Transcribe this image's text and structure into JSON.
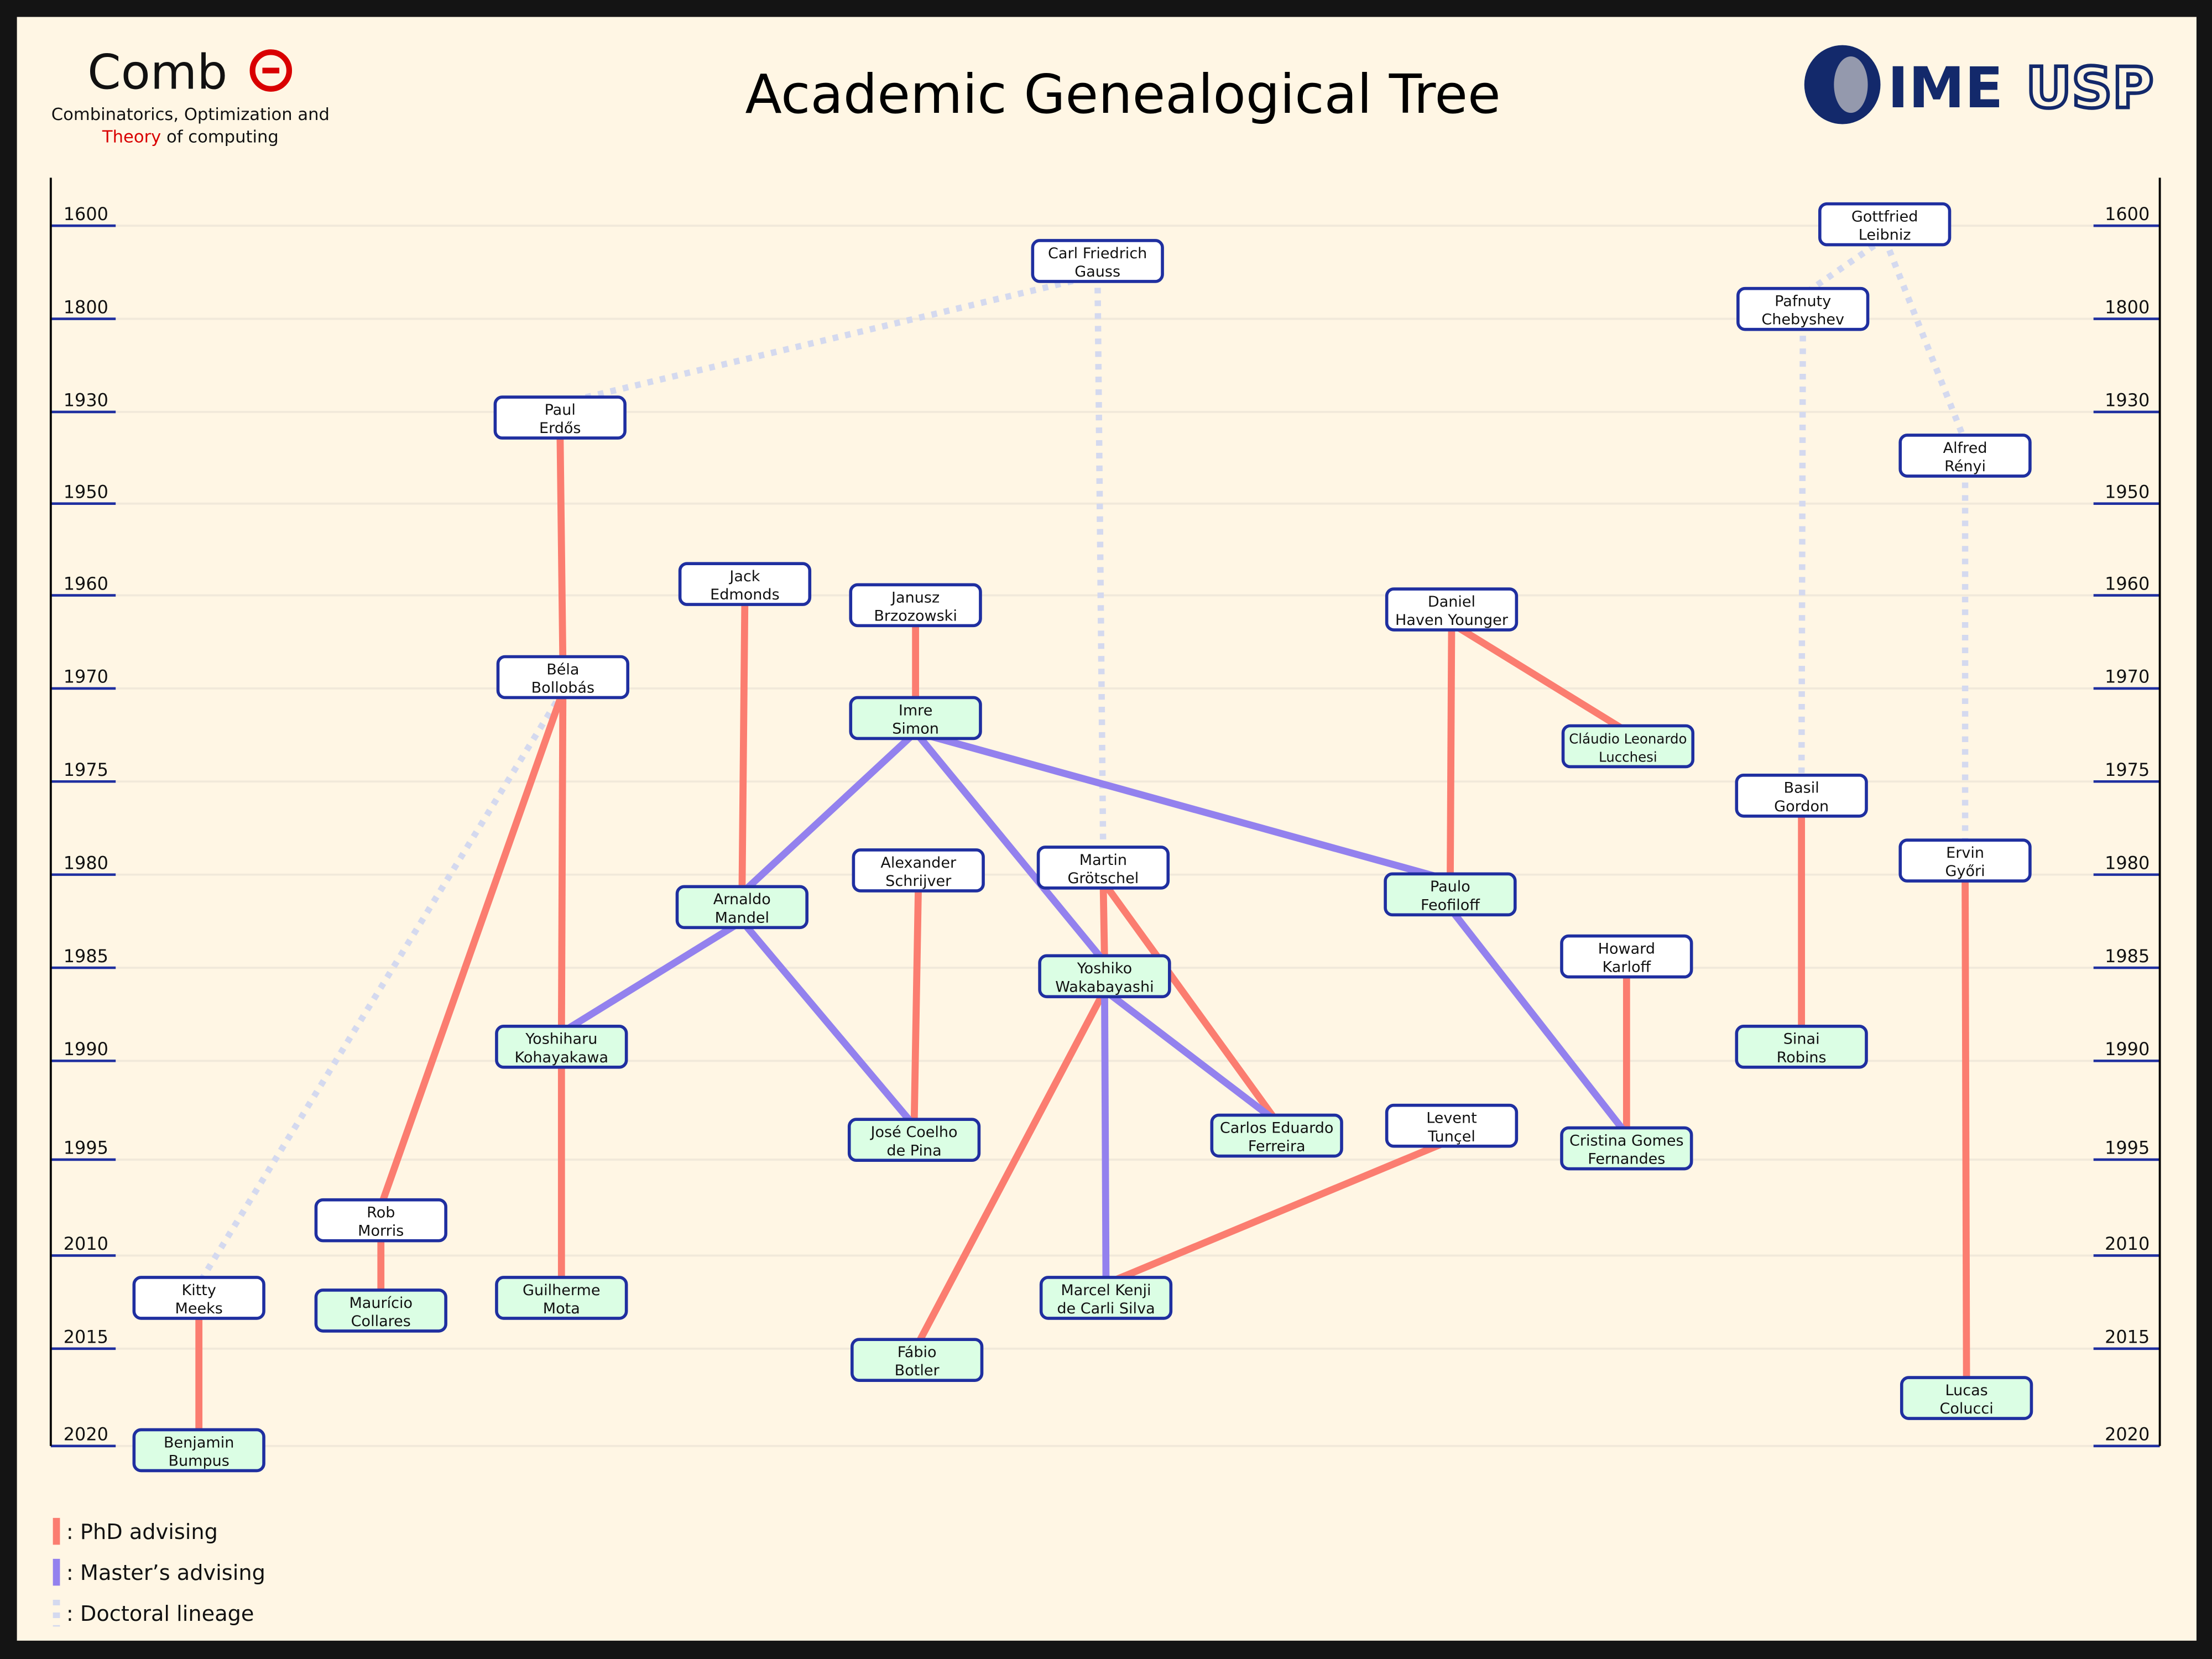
{
  "header": {
    "title": "Academic Genealogical Tree",
    "logo_left": {
      "name_part": "Comb",
      "name_o": "o",
      "tagline_line1": "Combinatorics, Optimization and",
      "tagline_theory": "Theory",
      "tagline_rest": " of computing"
    },
    "logo_right": {
      "ime": "IME",
      "usp": "USP"
    }
  },
  "colors": {
    "phd": "#fb7d70",
    "masters": "#9381ee",
    "lineage": "#d4d9ef",
    "node_border": "#1f2fa0",
    "node_white": "#ffffff",
    "node_green": "#dbfee4",
    "background": "#fff6e4",
    "logo_red": "#d90000",
    "ime_blue": "#13296b"
  },
  "axis": {
    "ticks": [
      "1600",
      "1800",
      "1930",
      "1950",
      "1960",
      "1970",
      "1975",
      "1980",
      "1985",
      "1990",
      "1995",
      "2010",
      "2015",
      "2020"
    ]
  },
  "legend": [
    {
      "type": "phd",
      "label": ": PhD advising"
    },
    {
      "type": "masters",
      "label": ": Master’s advising"
    },
    {
      "type": "lineage",
      "label": ": Doctoral lineage"
    }
  ],
  "nodes": [
    {
      "id": "gauss",
      "l1": "Carl Friedrich",
      "l2": "Gauss",
      "style": "white"
    },
    {
      "id": "leibniz",
      "l1": "Gottfried",
      "l2": "Leibniz",
      "style": "white"
    },
    {
      "id": "chebyshev",
      "l1": "Pafnuty",
      "l2": "Chebyshev",
      "style": "white"
    },
    {
      "id": "erdos",
      "l1": "Paul",
      "l2": "Erdős",
      "style": "white"
    },
    {
      "id": "renyi",
      "l1": "Alfred",
      "l2": "Rényi",
      "style": "white"
    },
    {
      "id": "edmonds",
      "l1": "Jack",
      "l2": "Edmonds",
      "style": "white"
    },
    {
      "id": "brzozowski",
      "l1": "Janusz",
      "l2": "Brzozowski",
      "style": "white"
    },
    {
      "id": "younger",
      "l1": "Daniel",
      "l2": "Haven Younger",
      "style": "white"
    },
    {
      "id": "bollobas",
      "l1": "Béla",
      "l2": "Bollobás",
      "style": "white"
    },
    {
      "id": "simon",
      "l1": "Imre",
      "l2": "Simon",
      "style": "green"
    },
    {
      "id": "lucchesi",
      "l1": "Cláudio Leonardo",
      "l2": "Lucchesi",
      "style": "green"
    },
    {
      "id": "gordon",
      "l1": "Basil",
      "l2": "Gordon",
      "style": "white"
    },
    {
      "id": "gyori",
      "l1": "Ervin",
      "l2": "Győri",
      "style": "white"
    },
    {
      "id": "schrijver",
      "l1": "Alexander",
      "l2": "Schrijver",
      "style": "white"
    },
    {
      "id": "grotschel",
      "l1": "Martin",
      "l2": "Grötschel",
      "style": "white"
    },
    {
      "id": "feofiloff",
      "l1": "Paulo",
      "l2": "Feofiloff",
      "style": "green"
    },
    {
      "id": "mandel",
      "l1": "Arnaldo",
      "l2": "Mandel",
      "style": "green"
    },
    {
      "id": "karloff",
      "l1": "Howard",
      "l2": "Karloff",
      "style": "white"
    },
    {
      "id": "wakabayashi",
      "l1": "Yoshiko",
      "l2": "Wakabayashi",
      "style": "green"
    },
    {
      "id": "kohayakawa",
      "l1": "Yoshiharu",
      "l2": "Kohayakawa",
      "style": "green"
    },
    {
      "id": "robins",
      "l1": "Sinai",
      "l2": "Robins",
      "style": "green"
    },
    {
      "id": "tuncel",
      "l1": "Levent",
      "l2": "Tunçel",
      "style": "white"
    },
    {
      "id": "pina",
      "l1": "José Coelho",
      "l2": "de Pina",
      "style": "green"
    },
    {
      "id": "ferreira",
      "l1": "Carlos Eduardo",
      "l2": "Ferreira",
      "style": "green"
    },
    {
      "id": "fernandes",
      "l1": "Cristina Gomes",
      "l2": "Fernandes",
      "style": "green"
    },
    {
      "id": "morris",
      "l1": "Rob",
      "l2": "Morris",
      "style": "white"
    },
    {
      "id": "meeks",
      "l1": "Kitty",
      "l2": "Meeks",
      "style": "white"
    },
    {
      "id": "collares",
      "l1": "Maurício",
      "l2": "Collares",
      "style": "green"
    },
    {
      "id": "mota",
      "l1": "Guilherme",
      "l2": "Mota",
      "style": "green"
    },
    {
      "id": "silva",
      "l1": "Marcel Kenji",
      "l2": "de Carli Silva",
      "style": "green"
    },
    {
      "id": "botler",
      "l1": "Fábio",
      "l2": "Botler",
      "style": "green"
    },
    {
      "id": "colucci",
      "l1": "Lucas",
      "l2": "Colucci",
      "style": "green"
    },
    {
      "id": "bumpus",
      "l1": "Benjamin",
      "l2": "Bumpus",
      "style": "green"
    }
  ],
  "edges": [
    {
      "from": "gauss",
      "to": "erdos",
      "type": "lineage"
    },
    {
      "from": "gauss",
      "to": "grotschel",
      "type": "lineage"
    },
    {
      "from": "leibniz",
      "to": "chebyshev",
      "type": "lineage"
    },
    {
      "from": "leibniz",
      "to": "renyi",
      "type": "lineage"
    },
    {
      "from": "chebyshev",
      "to": "gordon",
      "type": "lineage"
    },
    {
      "from": "renyi",
      "to": "gyori",
      "type": "lineage"
    },
    {
      "from": "bollobas",
      "to": "meeks",
      "type": "lineage"
    },
    {
      "from": "erdos",
      "to": "bollobas",
      "type": "phd"
    },
    {
      "from": "bollobas",
      "to": "kohayakawa",
      "type": "phd"
    },
    {
      "from": "bollobas",
      "to": "morris",
      "type": "phd"
    },
    {
      "from": "kohayakawa",
      "to": "mota",
      "type": "phd"
    },
    {
      "from": "morris",
      "to": "collares",
      "type": "phd"
    },
    {
      "from": "meeks",
      "to": "bumpus",
      "type": "phd"
    },
    {
      "from": "edmonds",
      "to": "mandel",
      "type": "phd"
    },
    {
      "from": "brzozowski",
      "to": "simon",
      "type": "phd"
    },
    {
      "from": "schrijver",
      "to": "pina",
      "type": "phd"
    },
    {
      "from": "grotschel",
      "to": "wakabayashi",
      "type": "phd"
    },
    {
      "from": "grotschel",
      "to": "ferreira",
      "type": "phd"
    },
    {
      "from": "wakabayashi",
      "to": "botler",
      "type": "phd"
    },
    {
      "from": "tuncel",
      "to": "silva",
      "type": "phd"
    },
    {
      "from": "younger",
      "to": "feofiloff",
      "type": "phd"
    },
    {
      "from": "younger",
      "to": "lucchesi",
      "type": "phd"
    },
    {
      "from": "karloff",
      "to": "fernandes",
      "type": "phd"
    },
    {
      "from": "gordon",
      "to": "robins",
      "type": "phd"
    },
    {
      "from": "gyori",
      "to": "colucci",
      "type": "phd"
    },
    {
      "from": "simon",
      "to": "mandel",
      "type": "masters"
    },
    {
      "from": "simon",
      "to": "wakabayashi",
      "type": "masters"
    },
    {
      "from": "simon",
      "to": "feofiloff",
      "type": "masters"
    },
    {
      "from": "mandel",
      "to": "kohayakawa",
      "type": "masters"
    },
    {
      "from": "mandel",
      "to": "pina",
      "type": "masters"
    },
    {
      "from": "wakabayashi",
      "to": "ferreira",
      "type": "masters"
    },
    {
      "from": "wakabayashi",
      "to": "silva",
      "type": "masters"
    },
    {
      "from": "feofiloff",
      "to": "fernandes",
      "type": "masters"
    }
  ]
}
